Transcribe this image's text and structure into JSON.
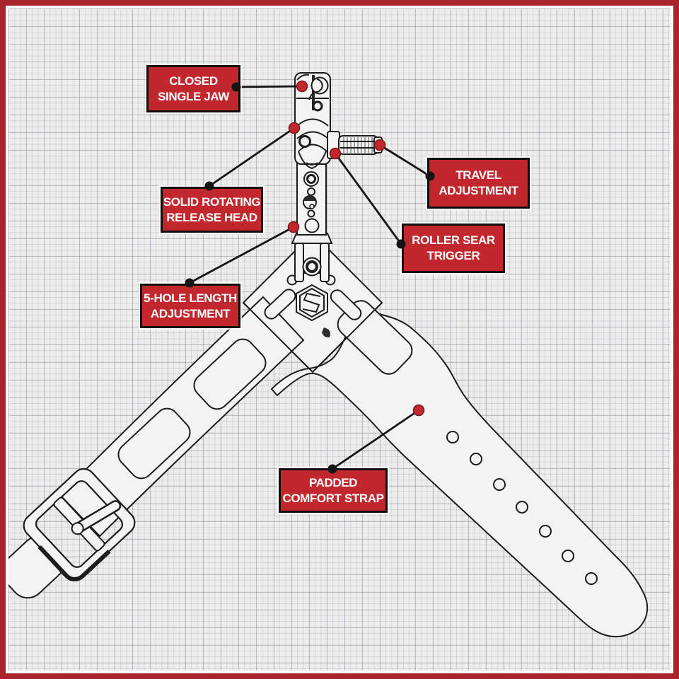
{
  "diagram_subject": "wrist-strap-archery-release",
  "logo": "hex-s-badge",
  "callouts": [
    {
      "id": "closed-single-jaw",
      "lines": [
        "CLOSED",
        "SINGLE JAW"
      ]
    },
    {
      "id": "solid-rotating-release-head",
      "lines": [
        "SOLID ROTATING",
        "RELEASE HEAD"
      ]
    },
    {
      "id": "travel-adjustment",
      "lines": [
        "TRAVEL",
        "ADJUSTMENT"
      ]
    },
    {
      "id": "roller-sear-trigger",
      "lines": [
        "ROLLER SEAR",
        "TRIGGER"
      ]
    },
    {
      "id": "five-hole-length-adjustment",
      "lines": [
        "5-HOLE LENGTH",
        "ADJUSTMENT"
      ]
    },
    {
      "id": "padded-comfort-strap",
      "lines": [
        "PADDED",
        "COMFORT STRAP"
      ]
    }
  ],
  "colors": {
    "label_fill": "#c1272d",
    "label_border": "#0e0e0e",
    "label_text": "#ffffff",
    "frame_red": "#a9252b",
    "callout_line": "#141414",
    "pointer_dot_red": "#c1272d",
    "anchor_dot_black": "#141414",
    "line_art": "#1c1c1c",
    "paper": "#ededee"
  }
}
